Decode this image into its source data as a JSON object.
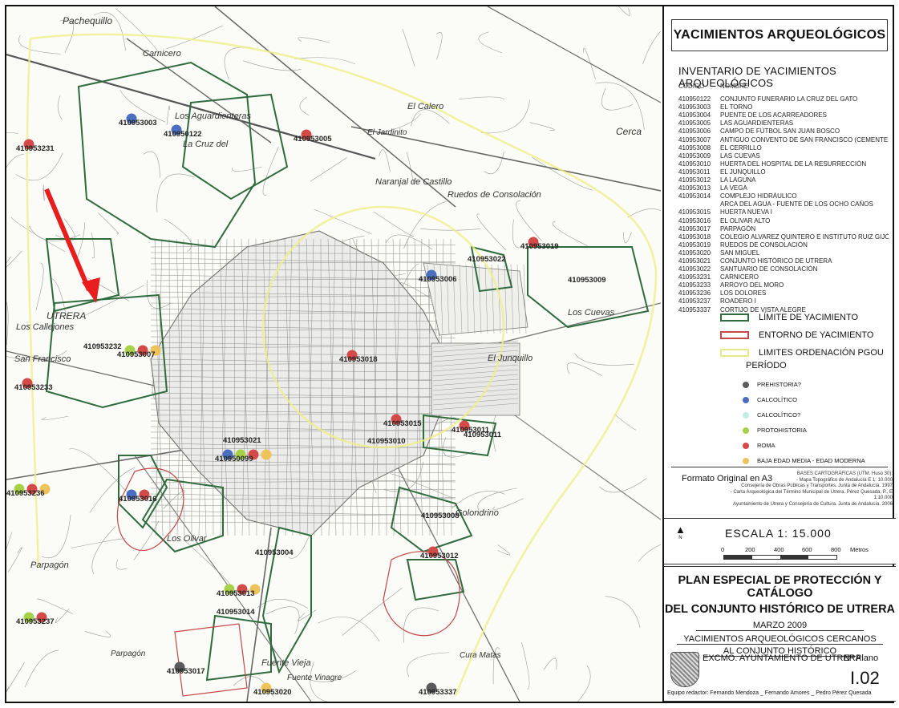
{
  "map": {
    "place_labels": [
      "Pachequillo",
      "Carnicero",
      "Los Aguardienteras",
      "La Cruz del",
      "El Jardinito",
      "El Calero",
      "Cerca",
      "Naranjal de Castillo",
      "Ruedos de Consolación",
      "UTRERA",
      "Los Callejones",
      "San Francisco",
      "Parpagón",
      "Los Olivar",
      "Golondrino",
      "Los Cuevas",
      "El Junquillo",
      "Fuente Vieja",
      "Fuente Vinagre",
      "Cura Matas",
      "Parpagón"
    ],
    "site_labels": [
      "410953003",
      "410950122",
      "410953005",
      "410953231",
      "410953022",
      "410953019",
      "410953006",
      "410953009",
      "410953232",
      "410953007",
      "410953018",
      "410953233",
      "410953015",
      "410953011",
      "410953010",
      "410953021",
      "410950099",
      "410953236",
      "410953016",
      "410953008",
      "410953004",
      "410953012",
      "410953013",
      "410953014",
      "410953237",
      "410953017",
      "410953020",
      "410953337",
      "410953011"
    ]
  },
  "legend": {
    "title": "YACIMIENTOS ARQUEOLÓGICOS",
    "inventory_title": "INVENTARIO DE YACIMIENTOS ARQUEOLÓGICOS",
    "col_code": "CÓDIGO",
    "col_name": "NOMBRE",
    "rows": [
      {
        "code": "410950122",
        "name": "CONJUNTO FUNERARIO LA CRUZ DEL GATO"
      },
      {
        "code": "410953003",
        "name": "EL TORNO"
      },
      {
        "code": "410953004",
        "name": "PUENTE DE LOS ACARREADORES"
      },
      {
        "code": "410953005",
        "name": "LAS AGUARDIENTERAS"
      },
      {
        "code": "410953006",
        "name": "CAMPO DE FÚTBOL SAN JUAN BOSCO"
      },
      {
        "code": "410953007",
        "name": "ANTIGUO CONVENTO DE SAN FRANCISCO (CEMENTERIO)"
      },
      {
        "code": "410953008",
        "name": "EL CERRILLO"
      },
      {
        "code": "410953009",
        "name": "LAS CUEVAS"
      },
      {
        "code": "410953010",
        "name": "HUERTA DEL HOSPITAL DE LA RESURRECCIÓN"
      },
      {
        "code": "410953011",
        "name": "EL JUNQUILLO"
      },
      {
        "code": "410953012",
        "name": "LA LAGUNA"
      },
      {
        "code": "410953013",
        "name": "LA VEGA"
      },
      {
        "code": "410953014",
        "name": "COMPLEJO HIDRÁULICO"
      },
      {
        "code": "",
        "name": "ARCA DEL AGUA - FUENTE DE LOS OCHO CAÑOS"
      },
      {
        "code": "410953015",
        "name": "HUERTA NUEVA I"
      },
      {
        "code": "410953016",
        "name": "EL OLIVAR ALTO"
      },
      {
        "code": "410953017",
        "name": "PARPAGÓN"
      },
      {
        "code": "410953018",
        "name": "COLEGIO ALVAREZ QUINTERO E INSTITUTO RUIZ GIJÓN"
      },
      {
        "code": "410953019",
        "name": "RUEDOS DE CONSOLACIÓN"
      },
      {
        "code": "410953020",
        "name": "SAN MIGUEL"
      },
      {
        "code": "410953021",
        "name": "CONJUNTO HISTÓRICO DE UTRERA"
      },
      {
        "code": "410953022",
        "name": "SANTUARIO DE CONSOLACIÓN"
      },
      {
        "code": "410953231",
        "name": "CARNICERO"
      },
      {
        "code": "410953233",
        "name": "ARROYO DEL MORO"
      },
      {
        "code": "410953236",
        "name": "LOS DOLORES"
      },
      {
        "code": "410953237",
        "name": "ROADERO I"
      },
      {
        "code": "410953337",
        "name": "CORTIJO DE VISTA ALEGRE"
      }
    ],
    "lines": [
      {
        "label": "LÍMITE DE YACIMIENTO",
        "color": "#2f6b3c"
      },
      {
        "label": "ENTORNO DE YACIMIENTO",
        "color": "#c44848"
      },
      {
        "label": "LIMITES ORDENACIÓN PGOU",
        "color": "#e8ea8a"
      }
    ],
    "period_title": "PERÍODO",
    "periods": [
      {
        "label": "PREHISTORIA?",
        "color": "#5a5a5a"
      },
      {
        "label": "CALCOLÍTICO",
        "color": "#4a6fc0"
      },
      {
        "label": "CALCOLÍTICO?",
        "color": "#bfeee6"
      },
      {
        "label": "PROTOHISTORIA",
        "color": "#a8d14a"
      },
      {
        "label": "ROMA",
        "color": "#d44a48"
      },
      {
        "label": "BAJA EDAD MEDIA - EDAD MODERNA",
        "color": "#eec35a"
      }
    ],
    "format_label": "Formato Original en A3",
    "sources": [
      "BASES CARTOGRÁFICAS (UTM. Huso 30):",
      "- Mapa Topográfico de Andalucía E 1: 10.000",
      "Consejería de Obras Públicas y Transportes. Junta de Andalucía. 1997",
      "- Carta Arqueológica del Término Municipal de Utrera. Pérez Quesada, P., E 1:10.000",
      "Ayuntamiento de Utrera y Consejería de Cultura. Junta de Andalucía. 2006"
    ],
    "north": "N",
    "scale_label": "ESCALA 1: 15.000",
    "scale_ticks": [
      "0",
      "200",
      "400",
      "600",
      "800"
    ],
    "scale_unit": "Metros",
    "plan_title_1": "PLAN ESPECIAL DE PROTECCIÓN Y CATÁLOGO",
    "plan_title_2": "DEL CONJUNTO HISTÓRICO DE UTRERA",
    "date": "MARZO 2009",
    "plan_sub_1": "YACIMIENTOS ARQUEOLÓGICOS CERCANOS",
    "plan_sub_2": "AL CONJUNTO HISTÓRICO",
    "council": "EXCMO. AYUNTAMIENTO DE UTRERA",
    "plano_label": "Nº Plano",
    "plano_number": "I.02",
    "team": "Equipo redactor: Fernando Mendoza _ Fernando Amores _ Pedro Pérez Quesada"
  }
}
